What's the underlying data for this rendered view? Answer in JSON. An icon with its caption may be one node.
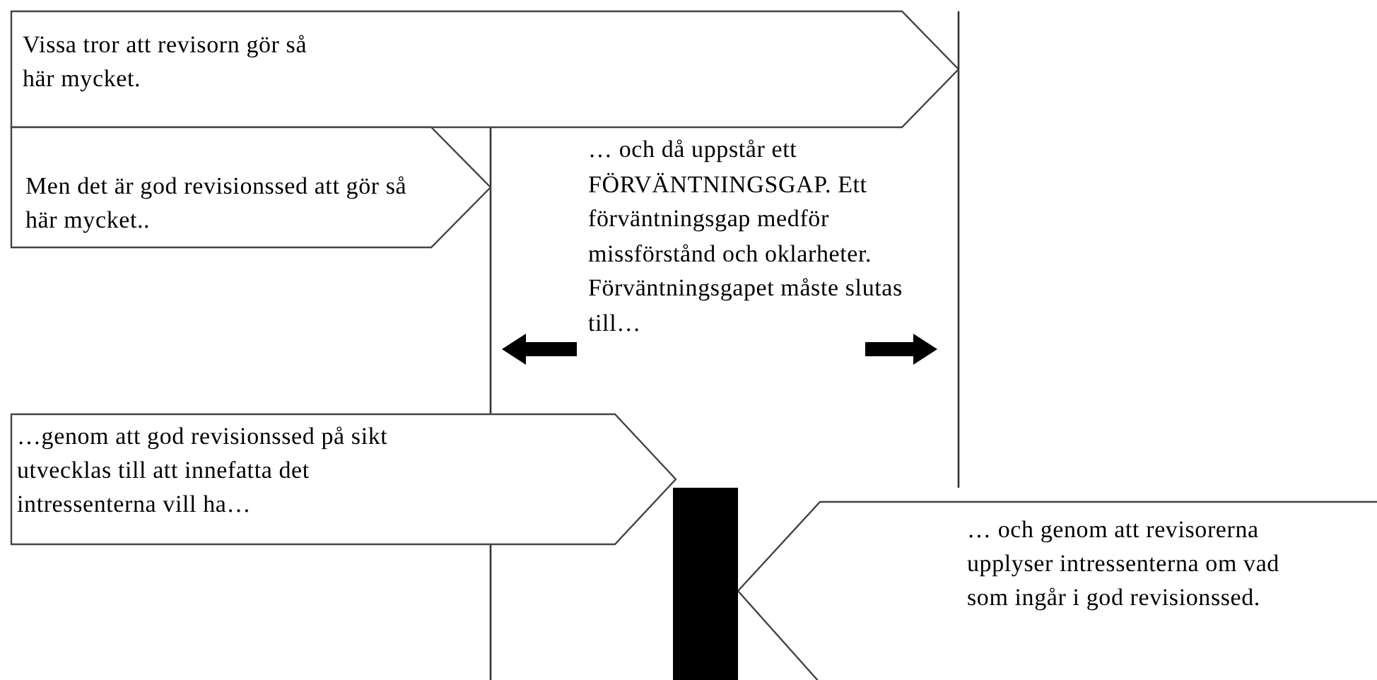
{
  "diagram": {
    "nodes": [
      {
        "text": [
          "Vissa tror att revisorn gör så här mycket."
        ]
      },
      {
        "text": [
          "Men det är god revisionssed att gör så här mycket.."
        ]
      },
      {
        "text": [
          "…genom att god revisionssed på sikt utvecklas till att innefatta det intressenterna vill ha…"
        ]
      },
      {
        "text": [
          "… och genom att revisorerna upplyser intressenterna om vad som ingår i god revisionssed."
        ]
      },
      {
        "text": [],
        "shape": "bar"
      }
    ],
    "labels": [
      "… och då uppstår ett FÖRVÄNTNINGSGAP. Ett förväntningsgap medför missförstånd och oklarheter. Förväntningsgapet måste slutas till…"
    ]
  }
}
